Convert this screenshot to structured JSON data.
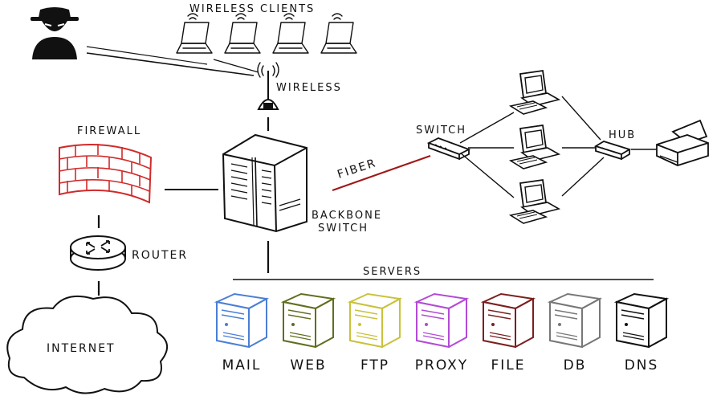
{
  "labels": {
    "wireless_clients": "WIRELESS CLIENTS",
    "wireless": "WIRELESS",
    "firewall": "FIREWALL",
    "router": "ROUTER",
    "internet": "INTERNET",
    "backbone_line1": "BACKBONE",
    "backbone_line2": "SWITCH",
    "fiber": "FIBER",
    "switch": "SWITCH",
    "hub": "HUB",
    "servers": "SERVERS"
  },
  "servers": [
    {
      "label": "MAIL",
      "color": "#4a7fd6"
    },
    {
      "label": "WEB",
      "color": "#5f6e1e"
    },
    {
      "label": "FTP",
      "color": "#c9c23a"
    },
    {
      "label": "PROXY",
      "color": "#b34ad6"
    },
    {
      "label": "FILE",
      "color": "#7a1f1f"
    },
    {
      "label": "DB",
      "color": "#777777"
    },
    {
      "label": "DNS",
      "color": "#111111"
    }
  ],
  "colors": {
    "ink": "#111111",
    "firewall": "#d12a2a",
    "fiber": "#a01818"
  },
  "icons": {
    "attacker": "hacker-icon",
    "laptop": "laptop-icon",
    "antenna": "wireless-antenna-icon",
    "firewall": "brick-wall-icon",
    "router": "router-icon",
    "cloud": "cloud-icon",
    "backbone": "backbone-switch-icon",
    "switch": "switch-icon",
    "hub": "hub-icon",
    "workstation": "desktop-computer-icon",
    "printer": "printer-icon",
    "server": "server-icon"
  }
}
